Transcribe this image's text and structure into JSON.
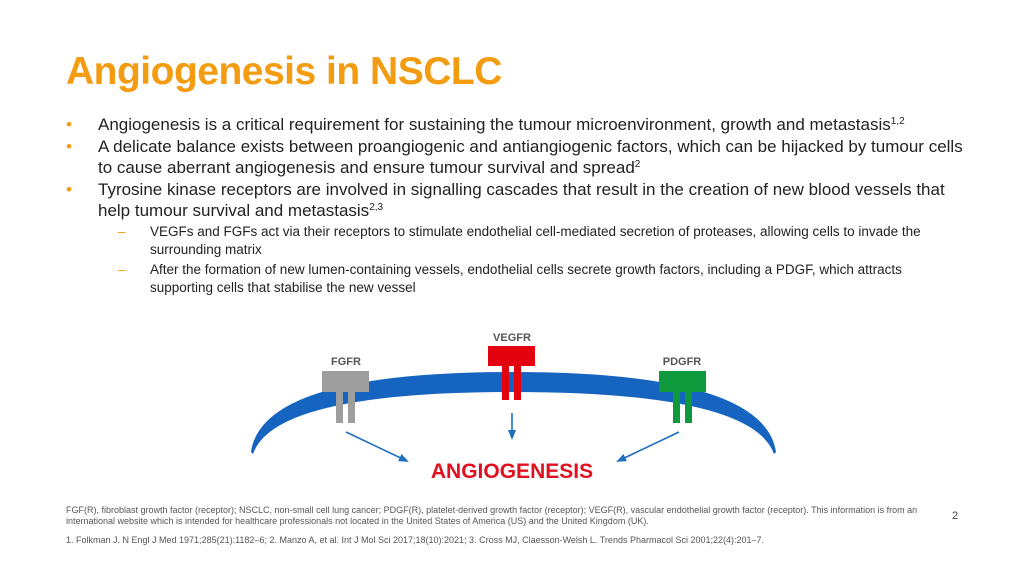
{
  "title": "Angiogenesis in NSCLC",
  "bullets": [
    {
      "text": "Angiogenesis is a critical requirement for sustaining the tumour microenvironment, growth and metastasis",
      "sup": "1,2"
    },
    {
      "text": "A delicate balance exists between proangiogenic and antiangiogenic factors, which can be hijacked by tumour cells to cause aberrant angiogenesis and ensure tumour survival and spread",
      "sup": "2"
    },
    {
      "text": "Tyrosine kinase receptors are involved in signalling cascades that result in the creation of new blood vessels that help tumour survival and metastasis",
      "sup": "2,3"
    }
  ],
  "subbullets": [
    "VEGFs and FGFs act via their receptors to stimulate endothelial cell-mediated secretion of proteases, allowing cells to invade the surrounding matrix",
    "After the formation of new lumen-containing vessels, endothelial cells secrete growth factors, including a PDGF, which attracts supporting cells that stabilise the new vessel"
  ],
  "diagram": {
    "receptors": [
      {
        "label": "FGFR",
        "color": "#9e9e9e"
      },
      {
        "label": "VEGFR",
        "color": "#e3000f"
      },
      {
        "label": "PDGFR",
        "color": "#0e9a3c"
      }
    ],
    "outcome": "ANGIOGENESIS",
    "membrane_color": "#1565c0",
    "arrow_color": "#1f6fbf"
  },
  "footnote": "FGF(R), fibroblast growth factor (receptor); NSCLC, non-small cell lung cancer; PDGF(R), platelet-derived growth factor (receptor); VEGF(R), vascular endothelial growth factor (receptor). This information is from an international website which is intended for healthcare professionals not located in the United States of America (US) and the United Kingdom (UK).",
  "references": "1. Folkman J. N Engl J Med 1971;285(21):1182–6; 2. Manzo A, et al. Int J Mol Sci 2017;18(10):2021; 3. Cross MJ, Claesson-Welsh L. Trends Pharmacol Sci 2001;22(4):201–7.",
  "page_number": "2",
  "colors": {
    "accent": "#f39c12",
    "text": "#222222"
  }
}
